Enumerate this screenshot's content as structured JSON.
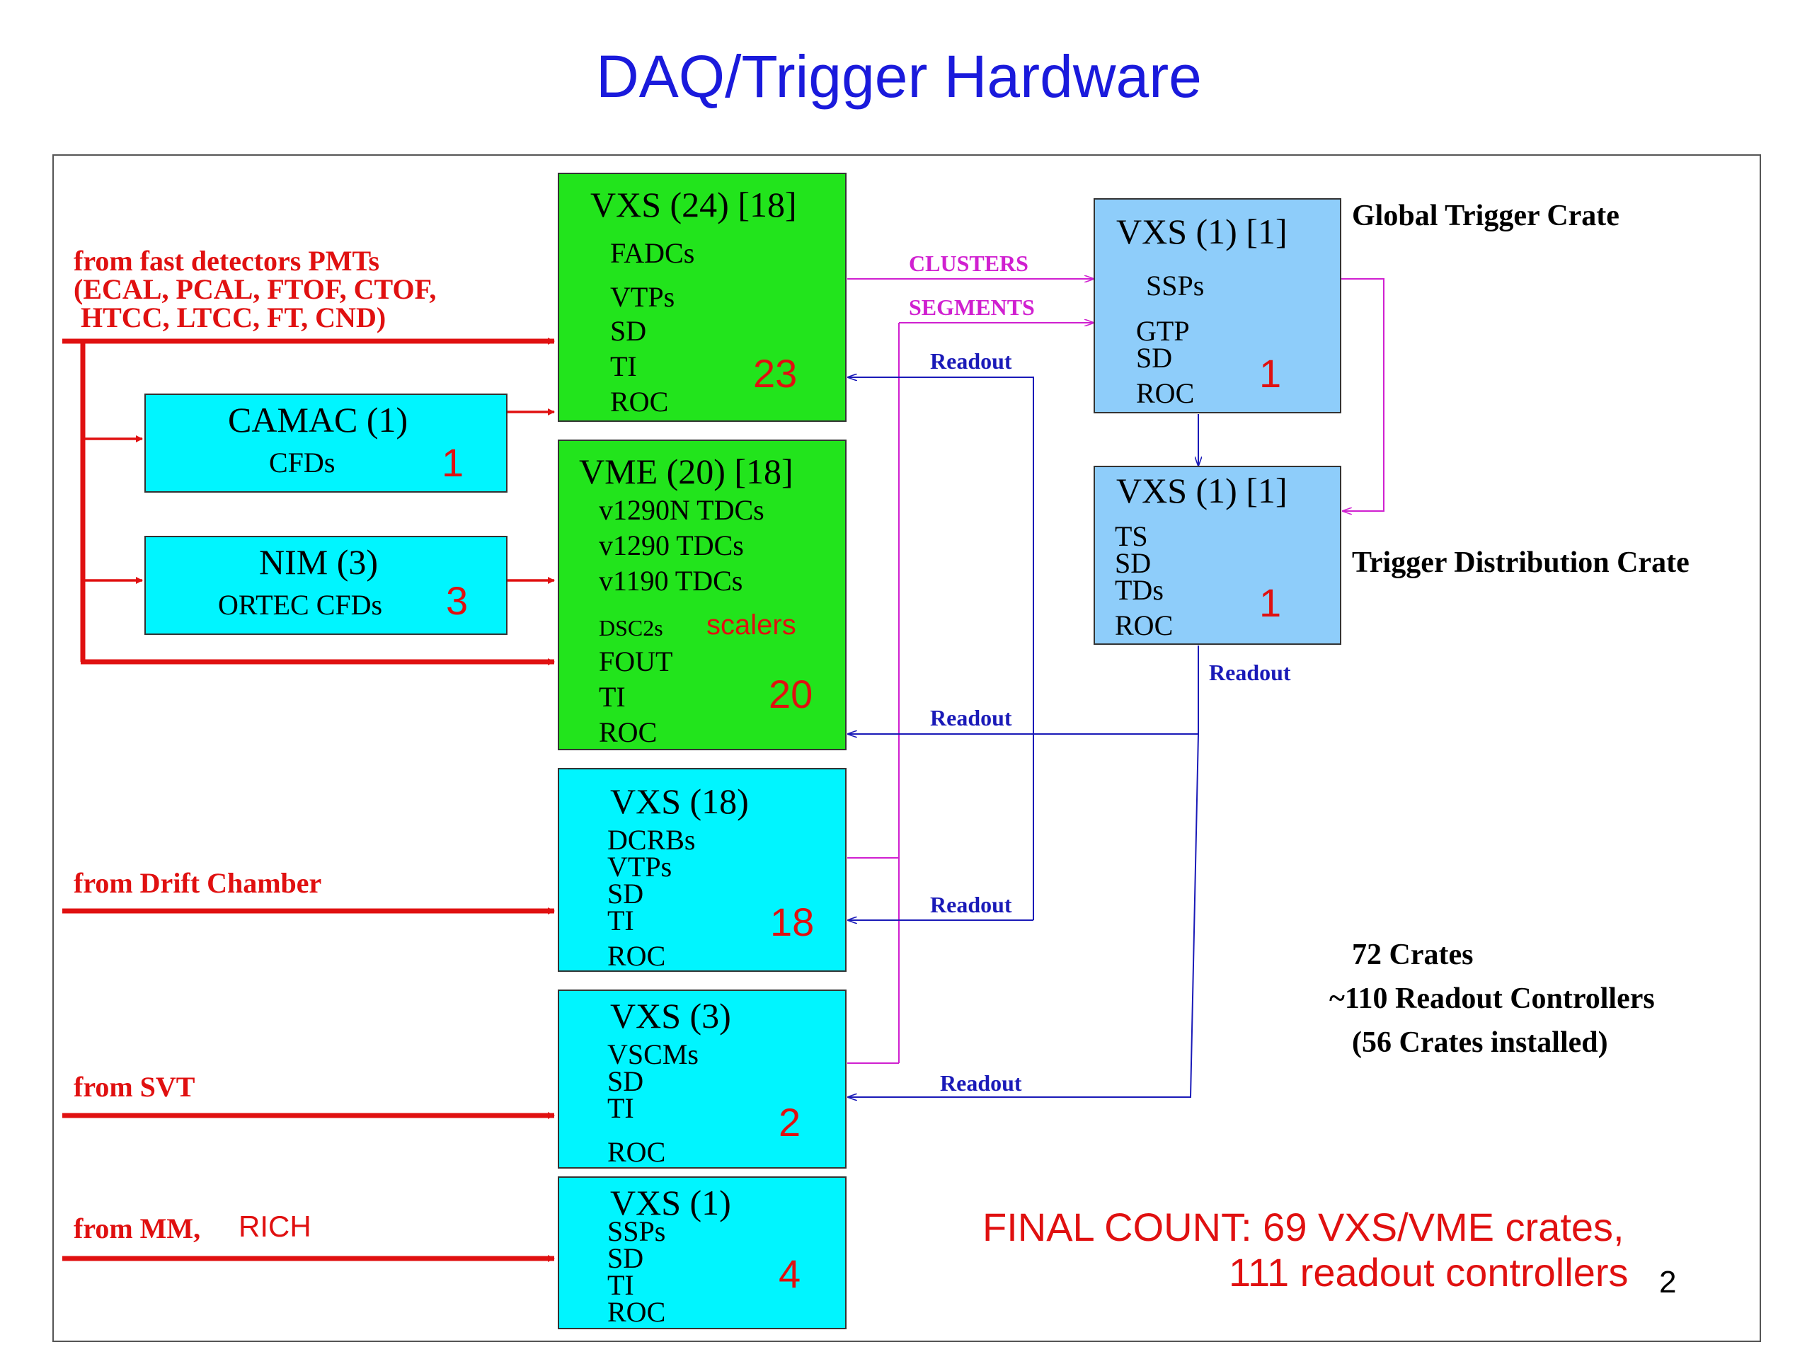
{
  "title": "DAQ/Trigger Hardware",
  "colors": {
    "title": "#1a1adc",
    "red": "#e01010",
    "green_crate": "#22e41c",
    "cyan_crate": "#00f5ff",
    "blue_crate": "#8ecdfa",
    "clusters": "#d020d0",
    "readout": "#1a1ab8"
  },
  "sources": {
    "fast": [
      "from fast detectors PMTs",
      "(ECAL, PCAL, FTOF, CTOF,",
      " HTCC, LTCC, FT, CND)"
    ],
    "dc": "from Drift Chamber",
    "svt": "from SVT",
    "mm": "from MM,",
    "rich": "RICH"
  },
  "camac": {
    "title": "CAMAC (1)",
    "modules": "CFDs",
    "count": "1"
  },
  "nim": {
    "title": "NIM (3)",
    "modules": "ORTEC CFDs",
    "count": "3"
  },
  "vxs24": {
    "title": "VXS (24) [18]",
    "modules": [
      "FADCs",
      "VTPs",
      "SD",
      "TI",
      "ROC"
    ],
    "count": "23"
  },
  "vme": {
    "title": "VME (20) [18]",
    "modules": [
      "v1290N TDCs",
      "v1290 TDCs",
      "v1190 TDCs",
      "DSC2s",
      "FOUT",
      "TI",
      "ROC"
    ],
    "scalers": "scalers",
    "count": "20"
  },
  "vxs18": {
    "title": "VXS (18)",
    "modules": [
      "DCRBs",
      "VTPs",
      "SD",
      "TI",
      "ROC"
    ],
    "count": "18"
  },
  "vxs3": {
    "title": "VXS (3)",
    "modules": [
      "VSCMs",
      "SD",
      "TI",
      "ROC"
    ],
    "count": "2"
  },
  "vxs1": {
    "title": "VXS (1)",
    "modules": [
      "SSPs",
      "SD",
      "TI",
      "ROC"
    ],
    "count": "4"
  },
  "gtc": {
    "title": "VXS (1) [1]",
    "modules": [
      "SSPs",
      "GTP",
      "SD",
      "ROC"
    ],
    "count": "1",
    "label": "Global Trigger Crate"
  },
  "tdc": {
    "title": "VXS (1) [1]",
    "modules": [
      "TS",
      "SD",
      "TDs",
      "ROC"
    ],
    "count": "1",
    "label": "Trigger Distribution Crate"
  },
  "links": {
    "clusters": "CLUSTERS",
    "segments": "SEGMENTS",
    "readout": "Readout"
  },
  "summary": [
    "72 Crates",
    "~110 Readout Controllers",
    "(56 Crates installed)"
  ],
  "final": [
    "FINAL COUNT: 69 VXS/VME crates,",
    "111 readout controllers"
  ],
  "page_number": "2"
}
